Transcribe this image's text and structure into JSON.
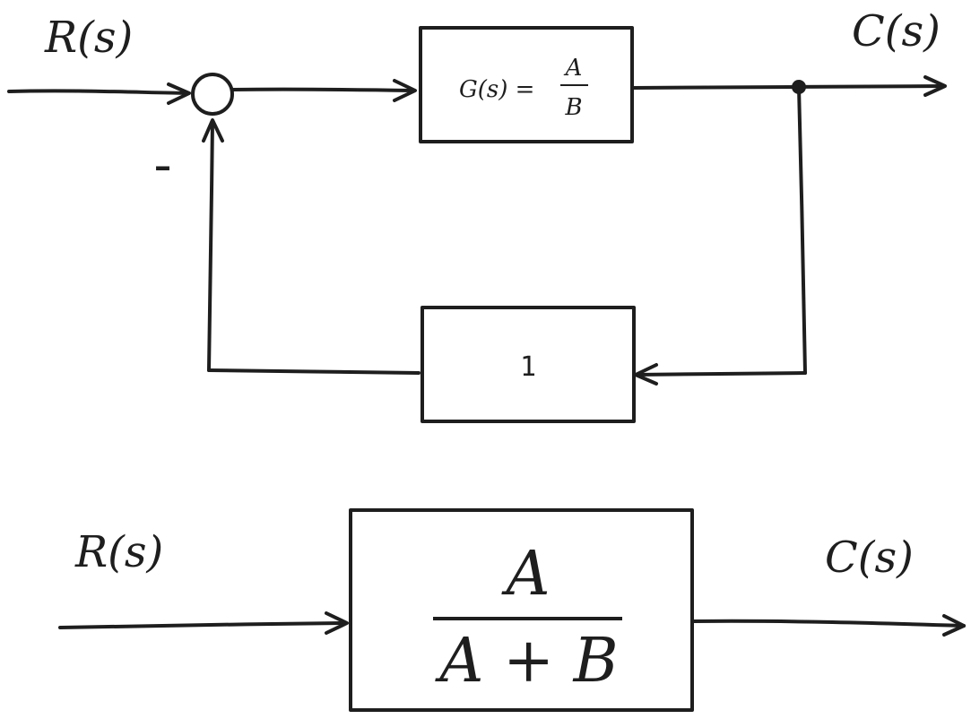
{
  "feedback_loop": {
    "input_label": "R(s)",
    "output_label": "C(s)",
    "summing_sign": "–",
    "forward_block": {
      "lhs": "G(s) =",
      "numerator": "A",
      "denominator": "B"
    },
    "feedback_block": {
      "label": "1"
    }
  },
  "equivalent": {
    "input_label": "R(s)",
    "output_label": "C(s)",
    "block": {
      "numerator": "A",
      "denominator": "A + B"
    }
  },
  "colors": {
    "ink": "#1e1e1e",
    "background": "#ffffff"
  }
}
